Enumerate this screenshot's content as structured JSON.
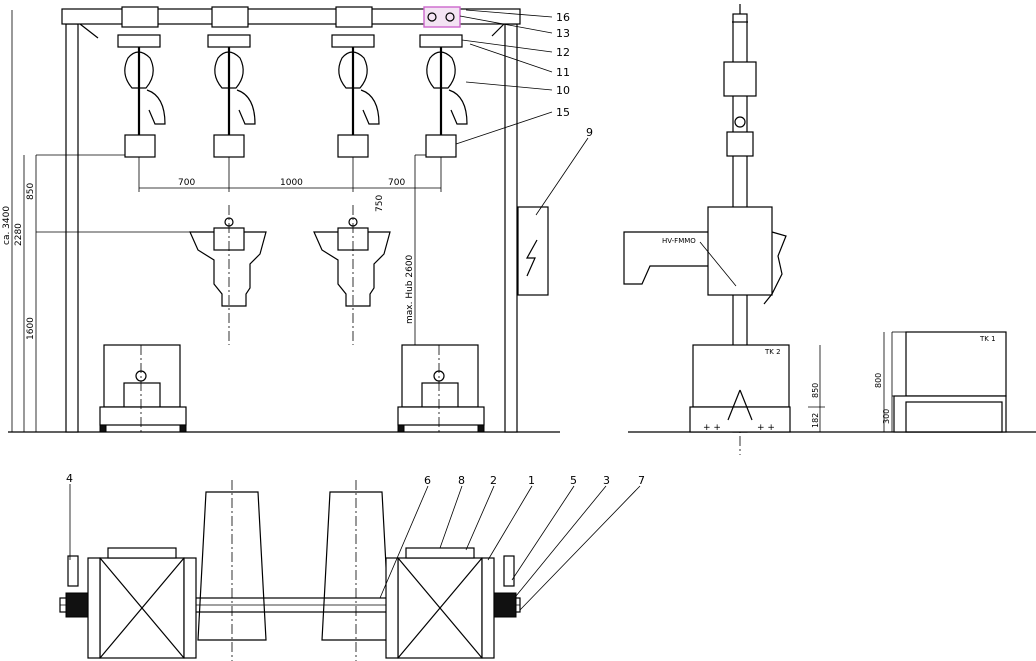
{
  "colors": {
    "line": "#000000",
    "background": "#ffffff",
    "highlight": "#cc66cc"
  },
  "front_view": {
    "dimensions": {
      "d700_left": "700",
      "d1000": "1000",
      "d700_right": "700",
      "d850": "850",
      "d2280": "2280",
      "d3400": "ca. 3400",
      "d1600": "1600",
      "d750": "750",
      "max_hub": "max. Hub 2600"
    },
    "callouts": [
      "16",
      "13",
      "12",
      "11",
      "10",
      "15",
      "9"
    ]
  },
  "side_view": {
    "robot_label": "HV-FMMO",
    "tk_left": "TK 2",
    "tk_right": "TK 1",
    "dim_850": "850",
    "dim_182": "182",
    "dim_800": "800",
    "dim_300": "300"
  },
  "plan_view": {
    "callouts": [
      "4",
      "6",
      "8",
      "2",
      "1",
      "5",
      "3",
      "7"
    ]
  }
}
